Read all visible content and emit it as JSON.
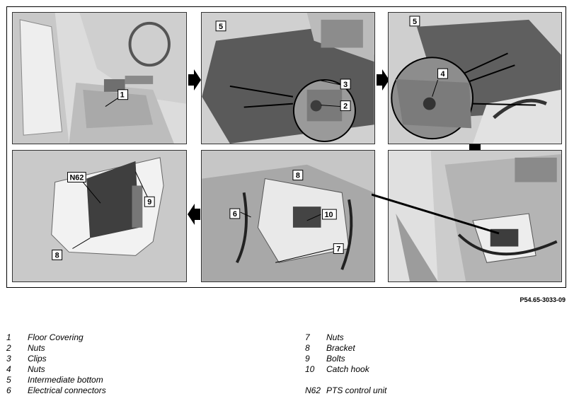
{
  "figure": {
    "ref_code": "P54.65-3033-09",
    "callouts": {
      "p1": [
        "1"
      ],
      "p2": [
        "5",
        "3",
        "2"
      ],
      "p3": [
        "5",
        "4"
      ],
      "p4": [
        "N62",
        "9",
        "8"
      ],
      "p5": [
        "8",
        "6",
        "10",
        "7"
      ]
    }
  },
  "legend": {
    "left": [
      {
        "num": "1",
        "text": "Floor Covering"
      },
      {
        "num": "2",
        "text": "Nuts"
      },
      {
        "num": "3",
        "text": "Clips"
      },
      {
        "num": "4",
        "text": "Nuts"
      },
      {
        "num": "5",
        "text": "Intermediate bottom"
      },
      {
        "num": "6",
        "text": "Electrical connectors"
      }
    ],
    "right": [
      {
        "num": "7",
        "text": "Nuts"
      },
      {
        "num": "8",
        "text": "Bracket"
      },
      {
        "num": "9",
        "text": "Bolts"
      },
      {
        "num": "10",
        "text": "Catch hook"
      },
      {
        "num": "",
        "text": ""
      },
      {
        "num": "N62",
        "text": "PTS control unit"
      }
    ]
  }
}
